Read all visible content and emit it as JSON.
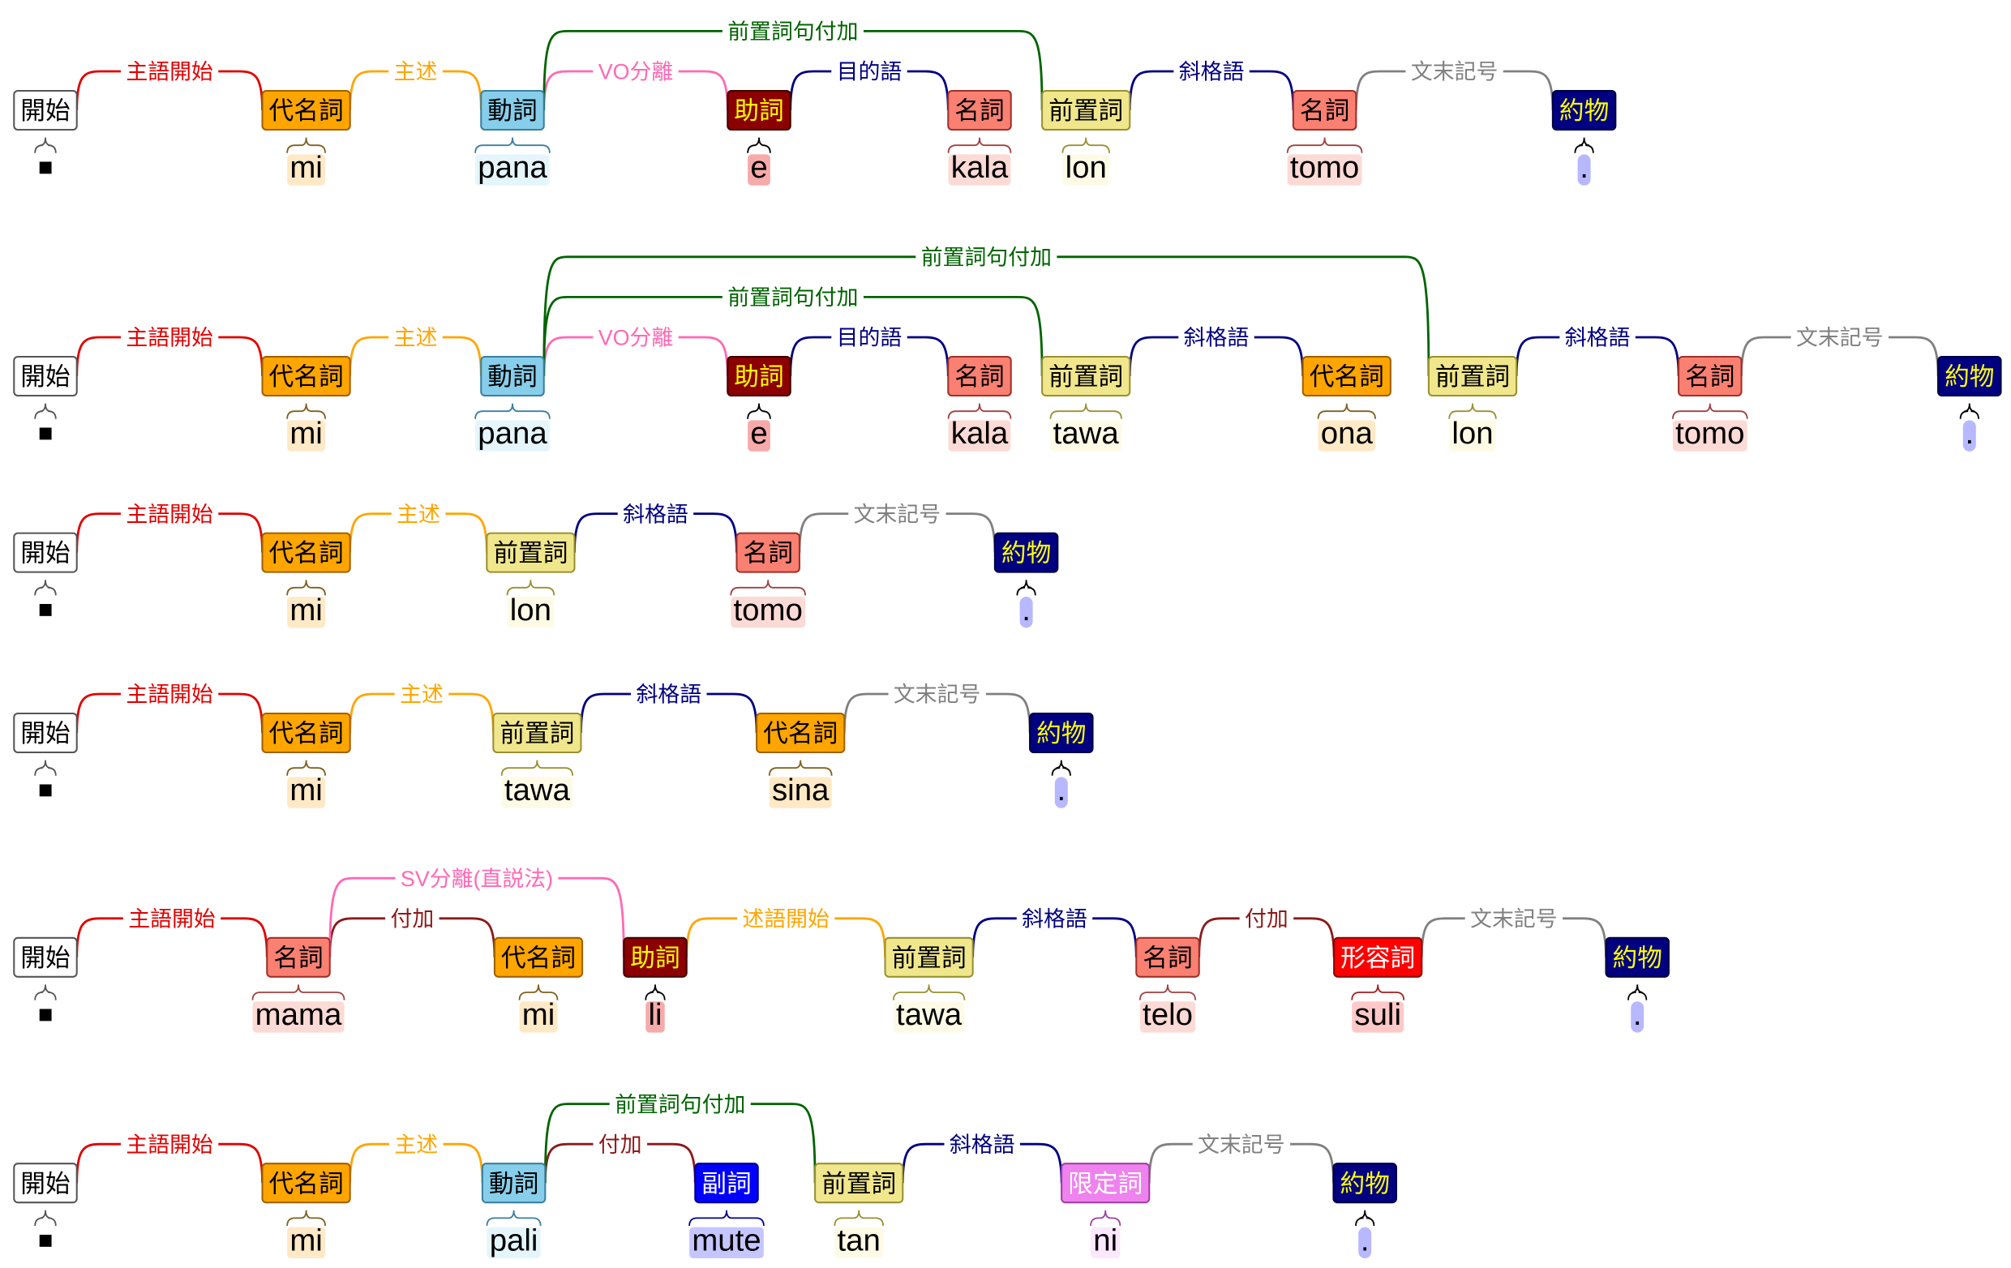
{
  "legend_colors": {
    "開始": {
      "fill": "#ffffff",
      "stroke": "#555555",
      "text": "#000000"
    },
    "代名詞": {
      "fill": "#ffa500",
      "stroke": "#a06000",
      "text": "#000000"
    },
    "名詞": {
      "fill": "#fa8072",
      "stroke": "#a0302a",
      "text": "#000000"
    },
    "動詞": {
      "fill": "#87ceeb",
      "stroke": "#3a7fa0",
      "text": "#000000"
    },
    "助詞": {
      "fill": "#8b0000",
      "stroke": "#400000",
      "text": "#ffff00"
    },
    "前置詞": {
      "fill": "#f0e68c",
      "stroke": "#9a9030",
      "text": "#000000"
    },
    "約物": {
      "fill": "#000080",
      "stroke": "#000040",
      "text": "#ffff00"
    },
    "副詞": {
      "fill": "#0000ff",
      "stroke": "#000090",
      "text": "#ffffff"
    },
    "形容詞": {
      "fill": "#ff0000",
      "stroke": "#900000",
      "text": "#ffffff"
    },
    "限定詞": {
      "fill": "#ee82ee",
      "stroke": "#a040a0",
      "text": "#ffffff"
    }
  },
  "relation_colors": {
    "主語開始": "#e00000",
    "主述": "#ffa500",
    "VO分離": "#ff69b4",
    "SV分離(直説法)": "#ff69b4",
    "目的語": "#000080",
    "斜格語": "#000080",
    "前置詞句付加": "#006400",
    "付加": "#8b1a1a",
    "述語開始": "#ffa500",
    "文末記号": "#808080"
  },
  "sentences": [
    {
      "tokens": [
        {
          "pos": "開始",
          "word": "■"
        },
        {
          "pos": "代名詞",
          "word": "mi"
        },
        {
          "pos": "動詞",
          "word": "pana"
        },
        {
          "pos": "助詞",
          "word": "e"
        },
        {
          "pos": "名詞",
          "word": "kala"
        },
        {
          "pos": "前置詞",
          "word": "lon"
        },
        {
          "pos": "名詞",
          "word": "tomo"
        },
        {
          "pos": "約物",
          "word": "."
        }
      ],
      "arcs": [
        {
          "from": 0,
          "to": 1,
          "label": "主語開始",
          "level": 1
        },
        {
          "from": 1,
          "to": 2,
          "label": "主述",
          "level": 1
        },
        {
          "from": 2,
          "to": 3,
          "label": "VO分離",
          "level": 1
        },
        {
          "from": 3,
          "to": 4,
          "label": "目的語",
          "level": 1
        },
        {
          "from": 5,
          "to": 6,
          "label": "斜格語",
          "level": 1
        },
        {
          "from": 6,
          "to": 7,
          "label": "文末記号",
          "level": 1
        },
        {
          "from": 2,
          "to": 5,
          "label": "前置詞句付加",
          "level": 2
        }
      ]
    },
    {
      "tokens": [
        {
          "pos": "開始",
          "word": "■"
        },
        {
          "pos": "代名詞",
          "word": "mi"
        },
        {
          "pos": "動詞",
          "word": "pana"
        },
        {
          "pos": "助詞",
          "word": "e"
        },
        {
          "pos": "名詞",
          "word": "kala"
        },
        {
          "pos": "前置詞",
          "word": "tawa"
        },
        {
          "pos": "代名詞",
          "word": "ona"
        },
        {
          "pos": "前置詞",
          "word": "lon"
        },
        {
          "pos": "名詞",
          "word": "tomo"
        },
        {
          "pos": "約物",
          "word": "."
        }
      ],
      "arcs": [
        {
          "from": 0,
          "to": 1,
          "label": "主語開始",
          "level": 1
        },
        {
          "from": 1,
          "to": 2,
          "label": "主述",
          "level": 1
        },
        {
          "from": 2,
          "to": 3,
          "label": "VO分離",
          "level": 1
        },
        {
          "from": 3,
          "to": 4,
          "label": "目的語",
          "level": 1
        },
        {
          "from": 5,
          "to": 6,
          "label": "斜格語",
          "level": 1
        },
        {
          "from": 7,
          "to": 8,
          "label": "斜格語",
          "level": 1
        },
        {
          "from": 8,
          "to": 9,
          "label": "文末記号",
          "level": 1
        },
        {
          "from": 2,
          "to": 5,
          "label": "前置詞句付加",
          "level": 2
        },
        {
          "from": 2,
          "to": 7,
          "label": "前置詞句付加",
          "level": 3
        }
      ]
    },
    {
      "tokens": [
        {
          "pos": "開始",
          "word": "■"
        },
        {
          "pos": "代名詞",
          "word": "mi"
        },
        {
          "pos": "前置詞",
          "word": "lon"
        },
        {
          "pos": "名詞",
          "word": "tomo"
        },
        {
          "pos": "約物",
          "word": "."
        }
      ],
      "arcs": [
        {
          "from": 0,
          "to": 1,
          "label": "主語開始",
          "level": 1
        },
        {
          "from": 1,
          "to": 2,
          "label": "主述",
          "level": 1
        },
        {
          "from": 2,
          "to": 3,
          "label": "斜格語",
          "level": 1
        },
        {
          "from": 3,
          "to": 4,
          "label": "文末記号",
          "level": 1
        }
      ]
    },
    {
      "tokens": [
        {
          "pos": "開始",
          "word": "■"
        },
        {
          "pos": "代名詞",
          "word": "mi"
        },
        {
          "pos": "前置詞",
          "word": "tawa"
        },
        {
          "pos": "代名詞",
          "word": "sina"
        },
        {
          "pos": "約物",
          "word": "."
        }
      ],
      "arcs": [
        {
          "from": 0,
          "to": 1,
          "label": "主語開始",
          "level": 1
        },
        {
          "from": 1,
          "to": 2,
          "label": "主述",
          "level": 1
        },
        {
          "from": 2,
          "to": 3,
          "label": "斜格語",
          "level": 1
        },
        {
          "from": 3,
          "to": 4,
          "label": "文末記号",
          "level": 1
        }
      ]
    },
    {
      "tokens": [
        {
          "pos": "開始",
          "word": "■"
        },
        {
          "pos": "名詞",
          "word": "mama"
        },
        {
          "pos": "代名詞",
          "word": "mi"
        },
        {
          "pos": "助詞",
          "word": "li"
        },
        {
          "pos": "前置詞",
          "word": "tawa"
        },
        {
          "pos": "名詞",
          "word": "telo"
        },
        {
          "pos": "形容詞",
          "word": "suli"
        },
        {
          "pos": "約物",
          "word": "."
        }
      ],
      "arcs": [
        {
          "from": 0,
          "to": 1,
          "label": "主語開始",
          "level": 1
        },
        {
          "from": 1,
          "to": 2,
          "label": "付加",
          "level": 1
        },
        {
          "from": 3,
          "to": 4,
          "label": "述語開始",
          "level": 1
        },
        {
          "from": 4,
          "to": 5,
          "label": "斜格語",
          "level": 1
        },
        {
          "from": 5,
          "to": 6,
          "label": "付加",
          "level": 1
        },
        {
          "from": 6,
          "to": 7,
          "label": "文末記号",
          "level": 1
        },
        {
          "from": 1,
          "to": 3,
          "label": "SV分離(直説法)",
          "level": 2
        }
      ]
    },
    {
      "tokens": [
        {
          "pos": "開始",
          "word": "■"
        },
        {
          "pos": "代名詞",
          "word": "mi"
        },
        {
          "pos": "動詞",
          "word": "pali"
        },
        {
          "pos": "副詞",
          "word": "mute"
        },
        {
          "pos": "前置詞",
          "word": "tan"
        },
        {
          "pos": "限定詞",
          "word": "ni"
        },
        {
          "pos": "約物",
          "word": "."
        }
      ],
      "arcs": [
        {
          "from": 0,
          "to": 1,
          "label": "主語開始",
          "level": 1
        },
        {
          "from": 1,
          "to": 2,
          "label": "主述",
          "level": 1
        },
        {
          "from": 2,
          "to": 3,
          "label": "付加",
          "level": 1
        },
        {
          "from": 4,
          "to": 5,
          "label": "斜格語",
          "level": 1
        },
        {
          "from": 5,
          "to": 6,
          "label": "文末記号",
          "level": 1
        },
        {
          "from": 2,
          "to": 4,
          "label": "前置詞句付加",
          "level": 2
        }
      ]
    }
  ]
}
